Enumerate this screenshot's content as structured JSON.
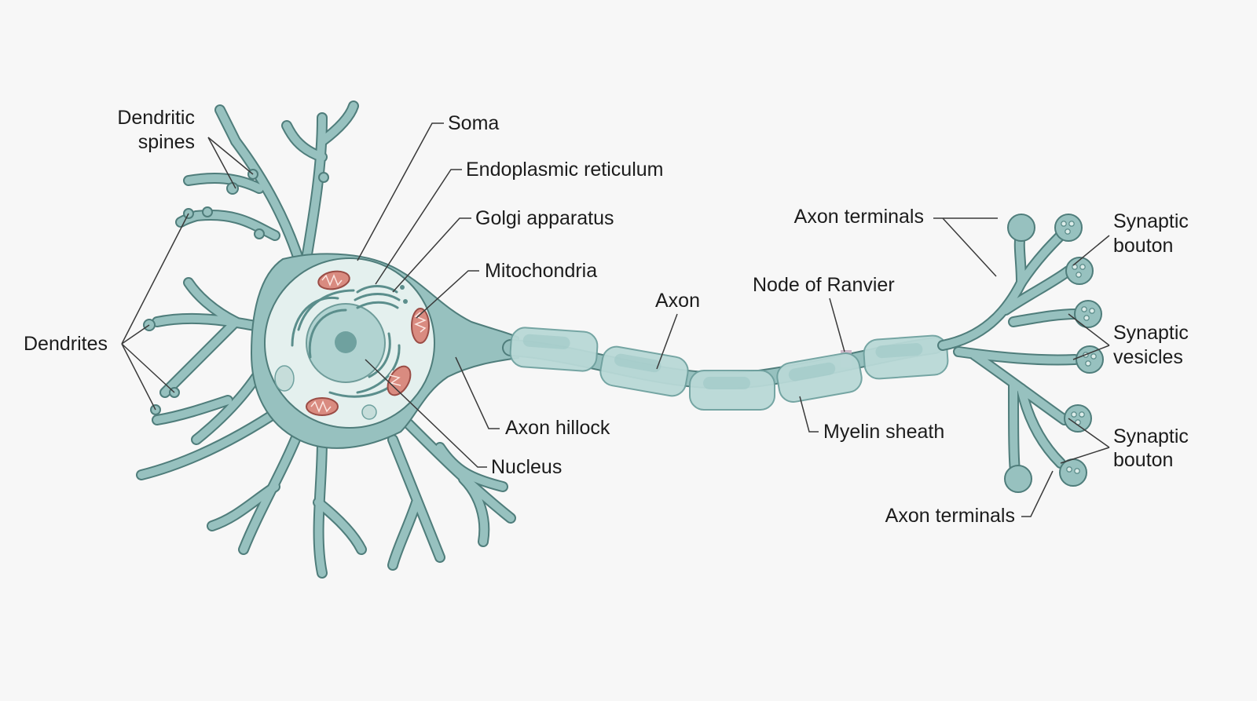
{
  "labels": {
    "dendritic_spines": [
      "Dendritic",
      "spines"
    ],
    "dendrites": "Dendrites",
    "soma": "Soma",
    "endoplasmic_reticulum": "Endoplasmic reticulum",
    "golgi_apparatus": "Golgi apparatus",
    "mitochondria": "Mitochondria",
    "axon": "Axon",
    "node_of_ranvier": "Node of Ranvier",
    "axon_terminals_top": "Axon terminals",
    "synaptic_bouton_top": [
      "Synaptic",
      "bouton"
    ],
    "synaptic_vesicles": [
      "Synaptic",
      "vesicles"
    ],
    "synaptic_bouton_bottom": [
      "Synaptic",
      "bouton"
    ],
    "axon_terminals_bottom": "Axon terminals",
    "axon_hillock": "Axon hillock",
    "nucleus": "Nucleus",
    "myelin_sheath": "Myelin sheath"
  },
  "colors": {
    "cell_body": "#97c1bf",
    "cell_outline": "#4f7d7b",
    "nucleus_interior": "#e4f0ee",
    "myelin": "#b9d9d7",
    "mitochondria": "#d98b80",
    "node_gap": "#c9b3c4",
    "background": "#f7f7f7"
  }
}
